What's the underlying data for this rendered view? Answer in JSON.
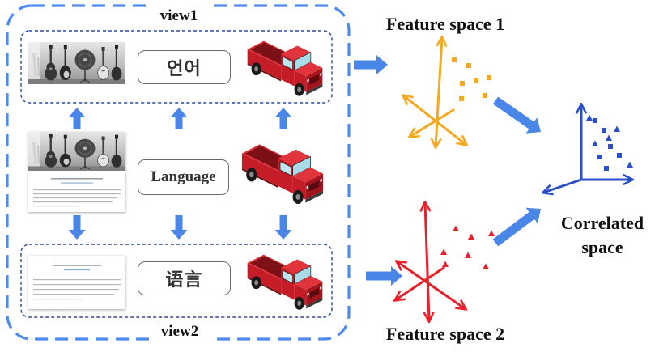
{
  "view1": {
    "label": "view1"
  },
  "view2": {
    "label": "view2"
  },
  "text_boxes": {
    "view1": "언어",
    "shared": "Language",
    "view2": "语言"
  },
  "feature_space_1": {
    "label": "Feature space 1",
    "color": "#f4a81d"
  },
  "feature_space_2": {
    "label": "Feature space 2",
    "color": "#e8202a"
  },
  "correlated_space": {
    "label_lines": [
      "Correlated",
      "space"
    ],
    "color": "#2b4fc6"
  },
  "colors": {
    "view_border": "#4d8bef",
    "inner_border": "#2c4a98",
    "arrow": "#4a86e8",
    "text_box_border": "#6b6b6b"
  }
}
